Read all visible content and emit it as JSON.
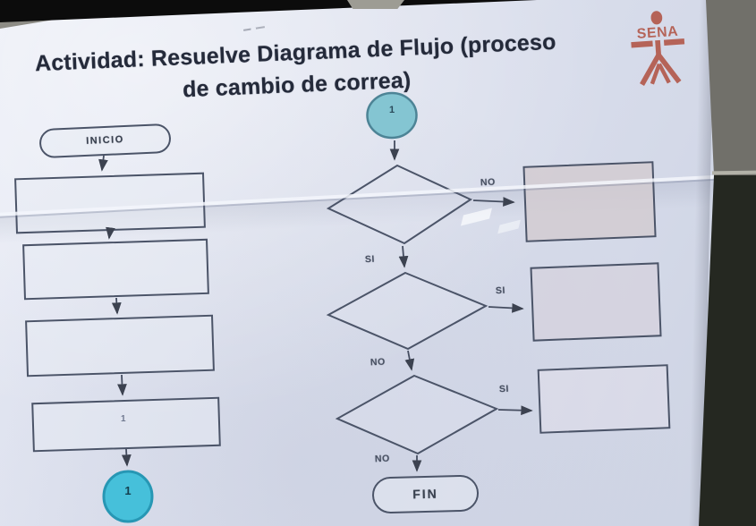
{
  "page": {
    "title_line1": "Actividad: Resuelve Diagrama de Flujo (proceso",
    "title_line2": "de cambio de correa)"
  },
  "logo": {
    "name": "SENA"
  },
  "flowchart": {
    "start": "INICIO",
    "end": "FIN",
    "connector_top": "1",
    "connector_bottom": "1",
    "step4_note": "1",
    "decisions": [
      {
        "right_label": "NO",
        "down_label": "SI"
      },
      {
        "right_label": "SI",
        "down_label": "NO"
      },
      {
        "right_label": "SI",
        "down_label": "NO"
      }
    ]
  },
  "colors": {
    "connector_fill": "#58c3d9",
    "connector_stroke": "#2d9db9",
    "shape_stroke": "#4b5468",
    "title_text": "#242a3a",
    "logo_red": "#b25a4b",
    "page_bg": "#dde1ee"
  }
}
